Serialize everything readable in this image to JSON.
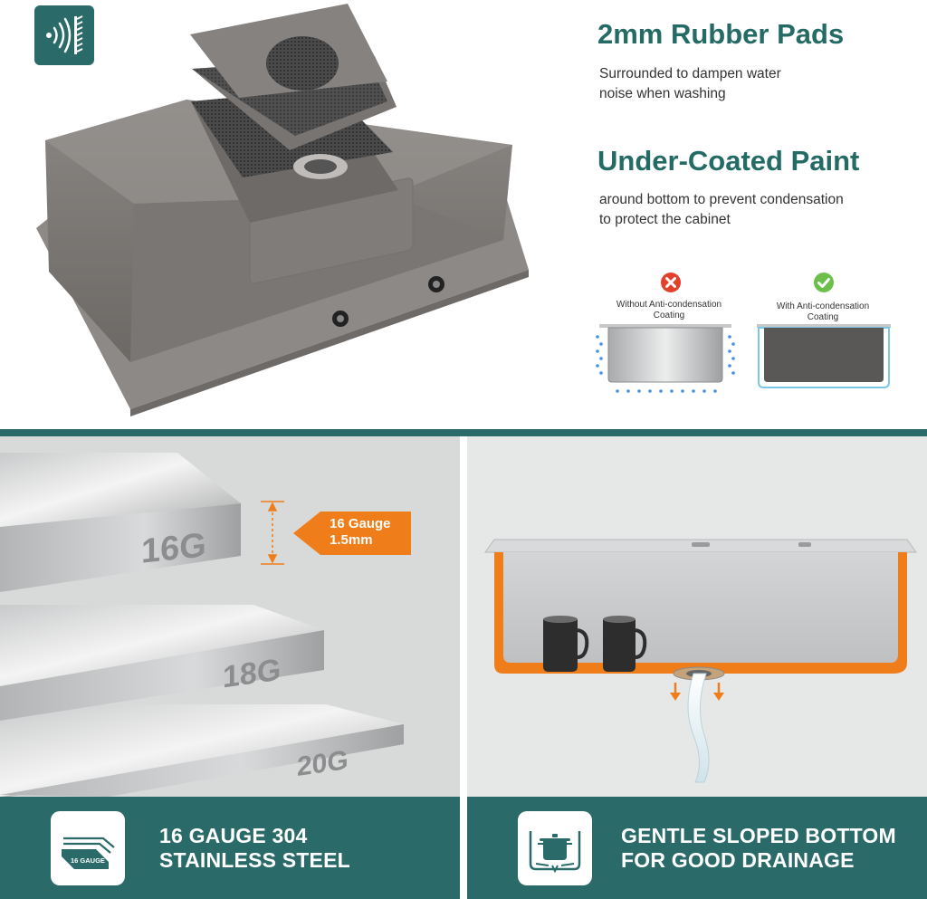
{
  "features": {
    "rubber_pads": {
      "title": "2mm Rubber Pads",
      "line1": "Surrounded to dampen water",
      "line2": "noise when washing"
    },
    "paint": {
      "title": "Under-Coated Paint",
      "line1": "around bottom to prevent condensation",
      "line2": "to protect the cabinet"
    }
  },
  "coating": {
    "without": {
      "line1": "Without Anti-condensation",
      "line2": "Coating",
      "status": "cross-icon"
    },
    "with": {
      "line1": "With Anti-condensation",
      "line2": "Coating",
      "status": "check-icon"
    }
  },
  "gauge": {
    "labels": [
      "16G",
      "18G",
      "20G"
    ],
    "callout_line1": "16 Gauge",
    "callout_line2": "1.5mm"
  },
  "footer": {
    "left": {
      "line1": "16 GAUGE 304",
      "line2": "STAINLESS STEEL",
      "icon_label": "16 GAUGE"
    },
    "right": {
      "line1": "GENTLE SLOPED BOTTOM",
      "line2": "FOR GOOD DRAINAGE"
    }
  },
  "colors": {
    "brand_teal": "#2a6b6a",
    "heading_teal": "#246b66",
    "accent_orange": "#ef7d1a",
    "error_red": "#e2402a",
    "ok_green": "#6cc04a"
  }
}
